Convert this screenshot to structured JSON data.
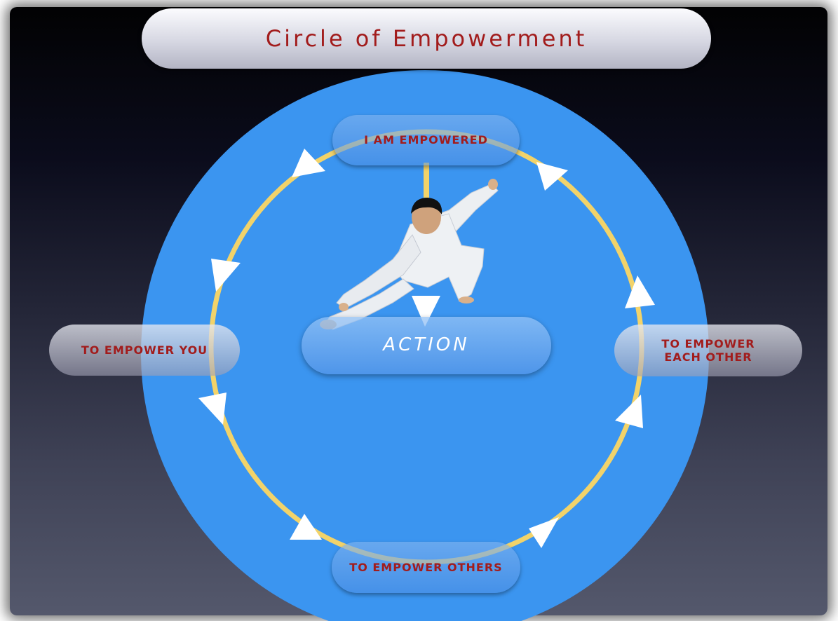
{
  "title": "Circle of Empowerment",
  "nodes": {
    "top": "I AM EMPOWERED",
    "left": "TO EMPOWER YOU",
    "right_line1": "TO EMPOWER",
    "right_line2": "EACH OTHER",
    "bottom": "TO EMPOWER OTHERS",
    "center": "ACTION"
  },
  "colors": {
    "circle_fill": "#3b95f0",
    "ring": "#f2d36a",
    "arrow": "#ffffff",
    "text_accent": "#a21c1c"
  },
  "icons": {
    "figure": "tai-chi-practitioner-photo"
  }
}
